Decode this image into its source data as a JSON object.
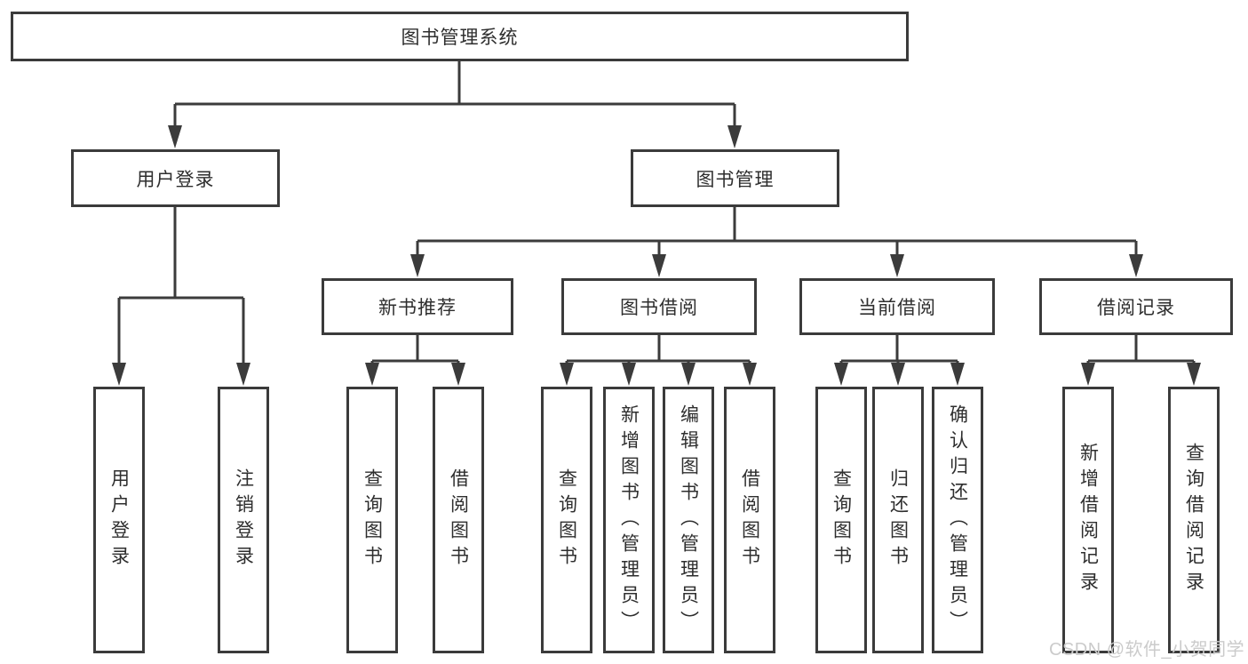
{
  "colors": {
    "line": "#3b3b3b",
    "text": "#2e2e2e",
    "background": "#ffffff",
    "watermark": "#cbcbcb"
  },
  "diagram": {
    "root": {
      "label": "图书管理系统"
    },
    "level2": [
      {
        "label": "用户登录"
      },
      {
        "label": "图书管理"
      }
    ],
    "level3": [
      {
        "label": "新书推荐"
      },
      {
        "label": "图书借阅"
      },
      {
        "label": "当前借阅"
      },
      {
        "label": "借阅记录"
      }
    ],
    "leaves": [
      {
        "label": "用户登录"
      },
      {
        "label": "注销登录"
      },
      {
        "label": "查询图书"
      },
      {
        "label": "借阅图书"
      },
      {
        "label": "查询图书"
      },
      {
        "label": "新增图书（管理员）"
      },
      {
        "label": "编辑图书（管理员）"
      },
      {
        "label": "借阅图书"
      },
      {
        "label": "查询图书"
      },
      {
        "label": "归还图书"
      },
      {
        "label": "确认归还（管理员）"
      },
      {
        "label": "新增借阅记录"
      },
      {
        "label": "查询借阅记录"
      }
    ]
  },
  "watermark": {
    "text": "CSDN @软件_小贺同学"
  }
}
